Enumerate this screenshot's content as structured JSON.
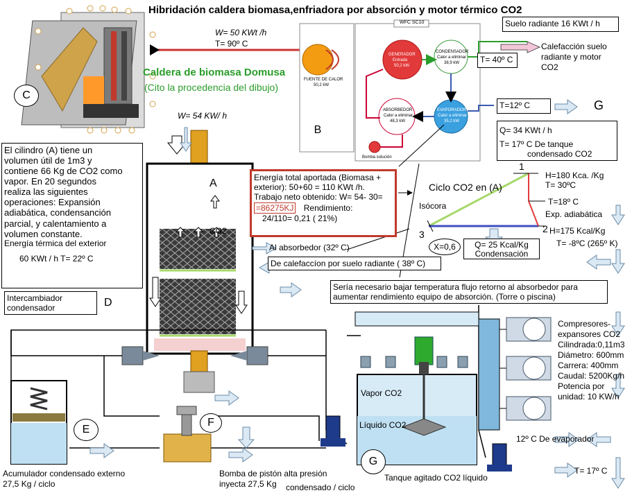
{
  "title": "Hibridación caldera biomasa,enfriadora por absorción y motor térmico CO2",
  "boiler": {
    "name": "Caldera de biomasa Domusa",
    "note": "(Cito la procedencia del dibujo)",
    "flow_w": "W= 50 KWt /h",
    "flow_t": "T= 90º C"
  },
  "absorption_unit": {
    "header": "WFC SC10",
    "fuente": [
      "FUENTE DE CALOR",
      "50,2 kW"
    ],
    "generador": [
      "GENERADOR",
      "Entrada",
      "50,2 kW"
    ],
    "condensador": [
      "CONDENSADOR",
      "Calor a eliminar",
      "38,9 kW"
    ],
    "absorbedor": [
      "ABSORBEDOR",
      "Calor a eliminar",
      "48,3 kW"
    ],
    "evaporador": [
      "EVAPORADOR",
      "Calor a eliminar",
      "35,2 kW"
    ],
    "pump": "Bomba solución"
  },
  "labels": {
    "suelo_radiante": "Suelo radiante 16 KWt / h",
    "calefaccion": [
      "Calefacción suelo",
      "radiante y motor",
      "CO2"
    ],
    "t40": "T= 40º C",
    "t12": "T=12º C",
    "g_top": "G",
    "q34": "Q= 34 KWt / h",
    "t17_tank": [
      "T= 17º C  De tanque",
      "condensado CO2"
    ],
    "w54": "W= 54 KW/ h",
    "a": "A",
    "b": "B",
    "c": "C",
    "d": "D",
    "e": "E",
    "f": "F",
    "g": "G",
    "co2": "CO2",
    "cylinder_text": [
      "El cilindro (A) tiene un",
      "volumen útil de 1m3 y",
      "contiene 66 Kg de CO2 como",
      "vapor. En 20 segundos",
      "realiza las siguientes",
      "operaciones: Expansión",
      "adiabática, condensanción",
      "parcial, y calentamiento a",
      "volumen constante."
    ],
    "energia_exterior": "Energía térmica del exterior",
    "kwt60": "60 KWt / h  T= 22º C",
    "energy_box": [
      "Energía total aportada (Biomasa +",
      "exterior): 50+60 = 110 KWt /h.",
      "Trabajo neto obtenido: W= 54- 30="
    ],
    "kj": "=86275KJ",
    "rendimiento": "Rendimiento:",
    "ratio": "24/110= 0,21 ( 21%)",
    "al_absorbedor": "Al absorbedor (32º C)",
    "calefaccion_suelo": "De calefaccíon por suelo radiante   ( 38º C)",
    "nota_retorno": [
      "Sería necesario bajar temperatura flujo retorno al absorbedor para",
      "aumentar rendimiento  equipo de absorción. (Torre o piscina)"
    ],
    "intercambiador": [
      "Intercambiador",
      "condensador"
    ],
    "compresores": [
      "Compresores-",
      "expansores CO2",
      "Cilindrada:0,11m3",
      "Diámetro: 600mm",
      "Carrera: 400mm",
      "Caudal: 5200Kg/h",
      "Potencia por",
      "unidad:  10 KW/h"
    ],
    "vapor": "Vapor CO2",
    "liquido": "Líquido CO2",
    "evaporador_12": "12º C De evaporador",
    "t17": "T= 17º C",
    "acumulador": [
      "Acumulador condensado externo",
      " 27,5 Kg / ciclo"
    ],
    "bomba": [
      "Bomba de pistón alta presión",
      "inyecta 27,5 Kg"
    ],
    "condensado_ciclo": "condensado / ciclo",
    "tanque": "Tanque agitado CO2 líquido"
  },
  "cycle": {
    "title": "Ciclo CO2 en (A)",
    "p1": "1",
    "p2": "2",
    "p3": "3",
    "h1": "H=180 Kca. /Kg",
    "t30": "T= 30ºC",
    "t18": "T=18º C",
    "exp": "Exp. adiabática",
    "h2": "H=175 Kcal/Kg",
    "t8": "T= -8ºC (265º K)",
    "isocora": "Isócora",
    "x06": "X=0,6",
    "q25": "Q= 25 Kcal/Kg",
    "condensacion": "Condensación"
  },
  "colors": {
    "accent_green": "#2a9d2a",
    "red": "#c0392b",
    "pipe_red": "#cc3333",
    "orange": "#f39c12",
    "light_blue": "#cde8f5",
    "arrow_blue": "#aac9dd",
    "steel_blue": "#5b93c9",
    "cycle_blue": "#3d4fbf"
  }
}
